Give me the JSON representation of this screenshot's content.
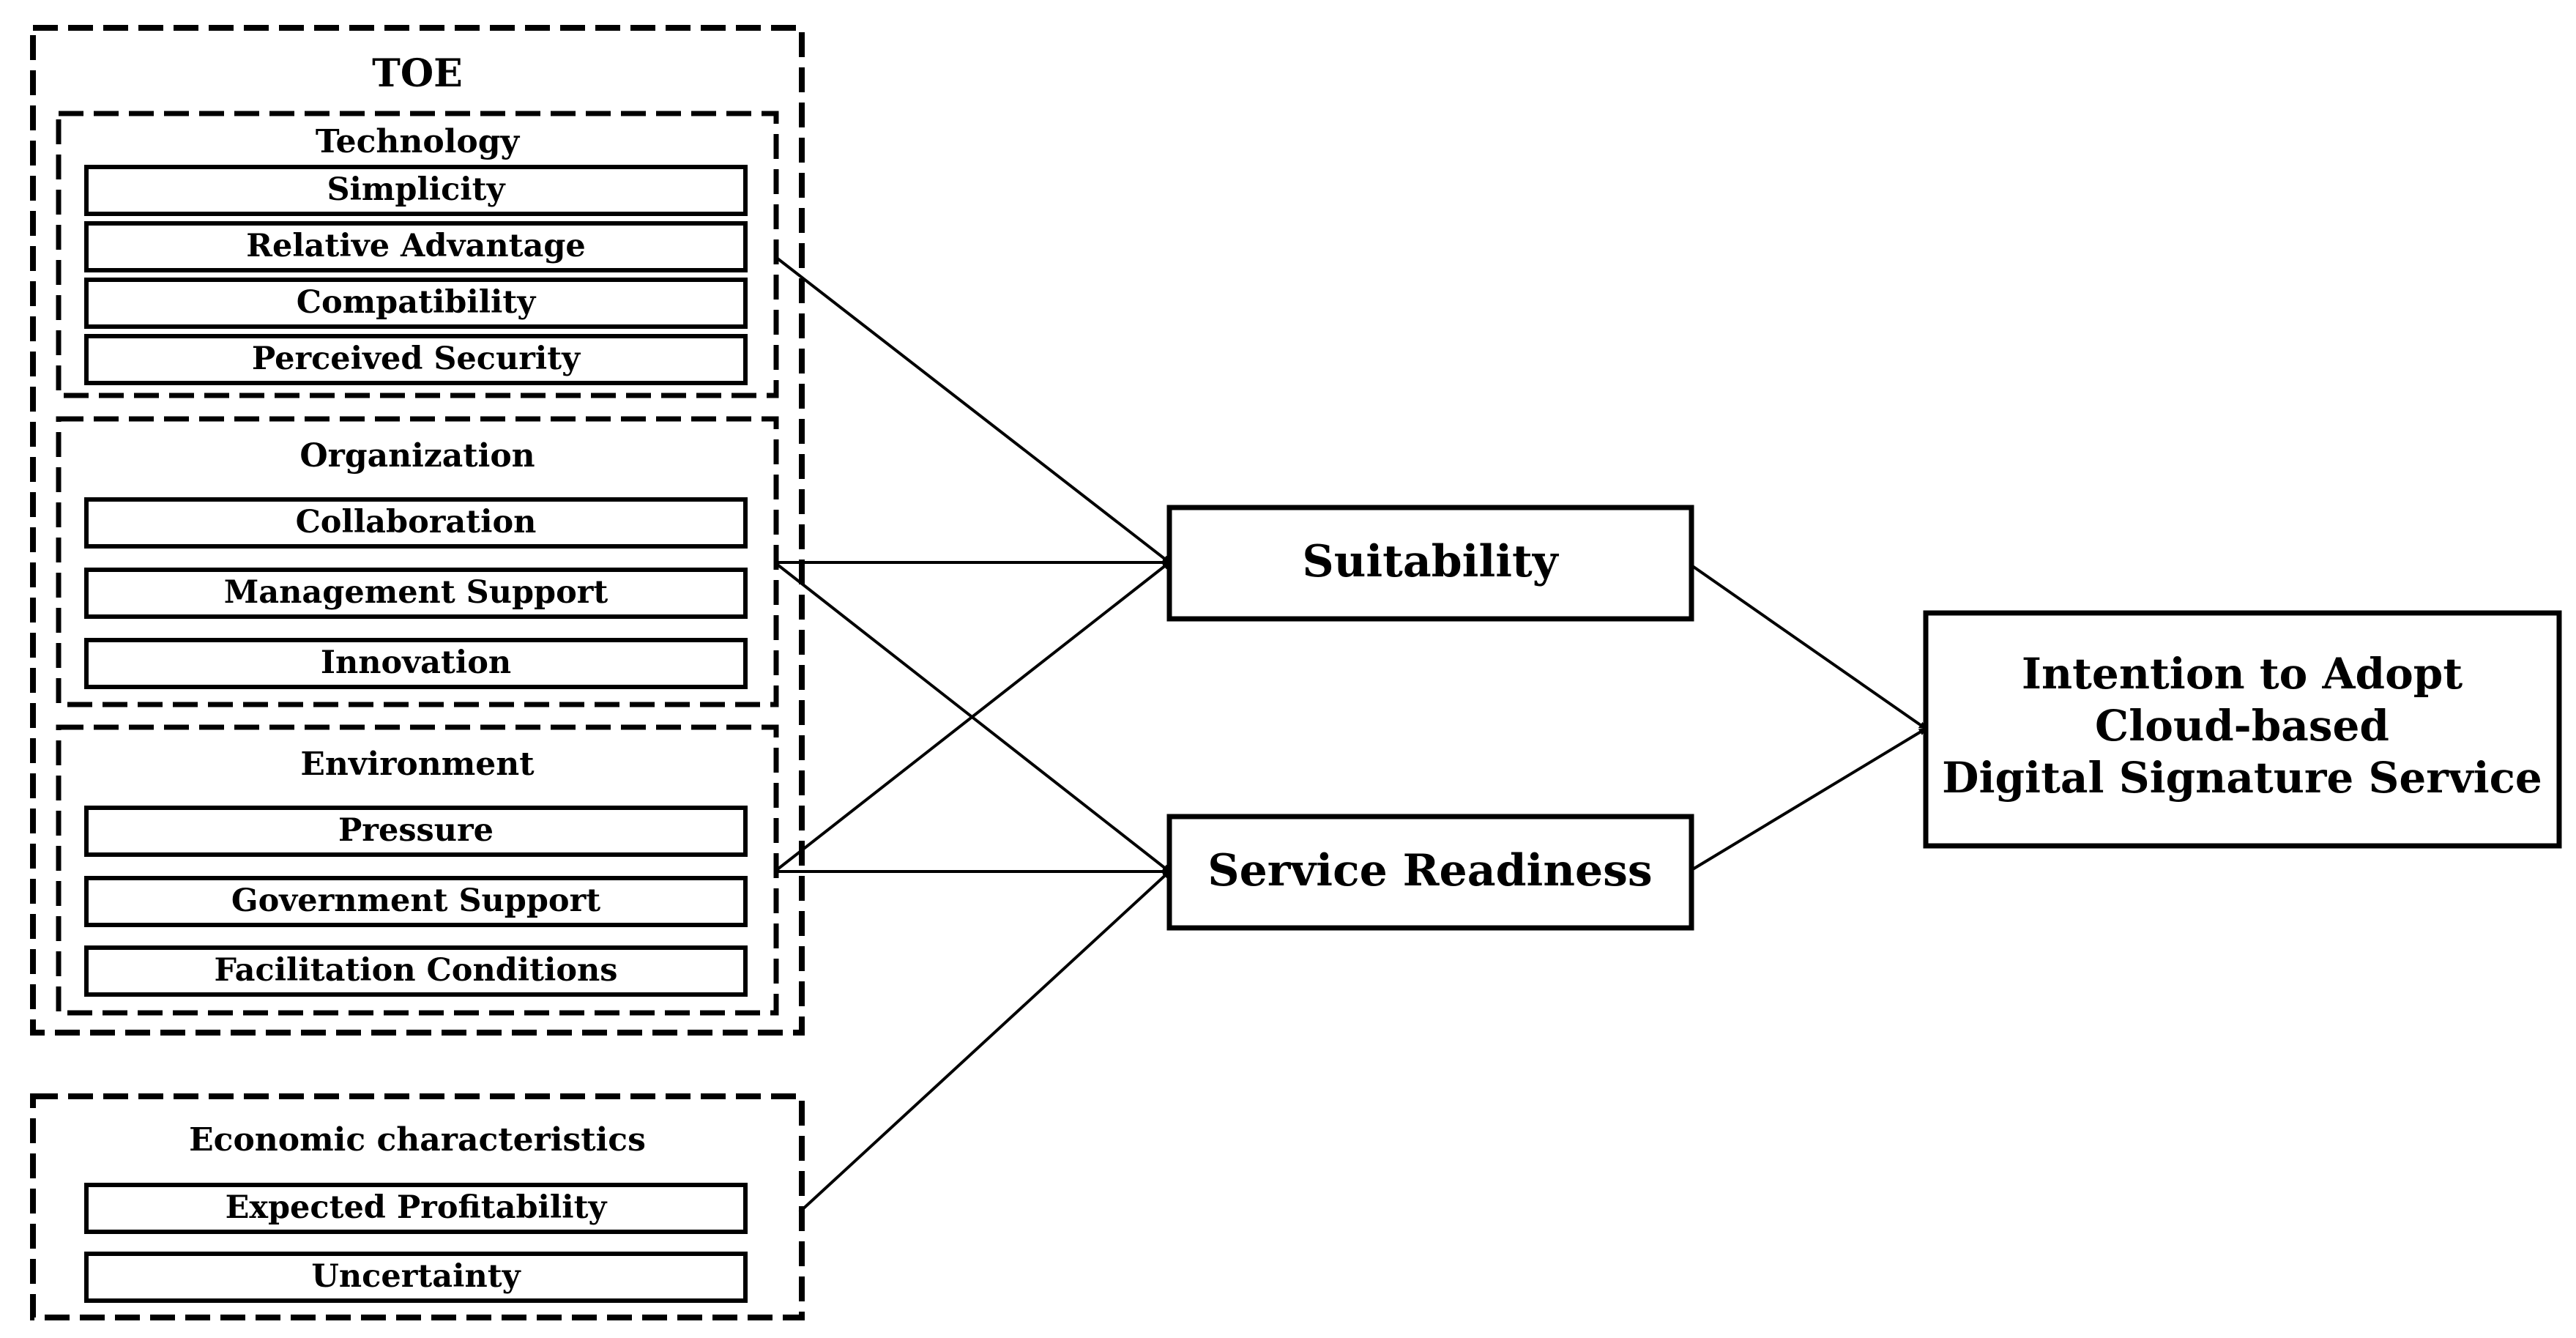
{
  "toe": {
    "title": "TOE",
    "technology": {
      "title": "Technology",
      "items": [
        "Simplicity",
        "Relative Advantage",
        "Compatibility",
        "Perceived Security"
      ]
    },
    "organization": {
      "title": "Organization",
      "items": [
        "Collaboration",
        "Management Support",
        "Innovation"
      ]
    },
    "environment": {
      "title": "Environment",
      "items": [
        "Pressure",
        "Government Support",
        "Facilitation Conditions"
      ]
    }
  },
  "economic": {
    "title": "Economic characteristics",
    "items": [
      "Expected Profitability",
      "Uncertainty"
    ]
  },
  "mediators": {
    "suitability": "Suitability",
    "service_readiness": "Service Readiness"
  },
  "outcome": {
    "lines": [
      "Intention to Adopt",
      "Cloud-based",
      "Digital Signature Service"
    ]
  }
}
